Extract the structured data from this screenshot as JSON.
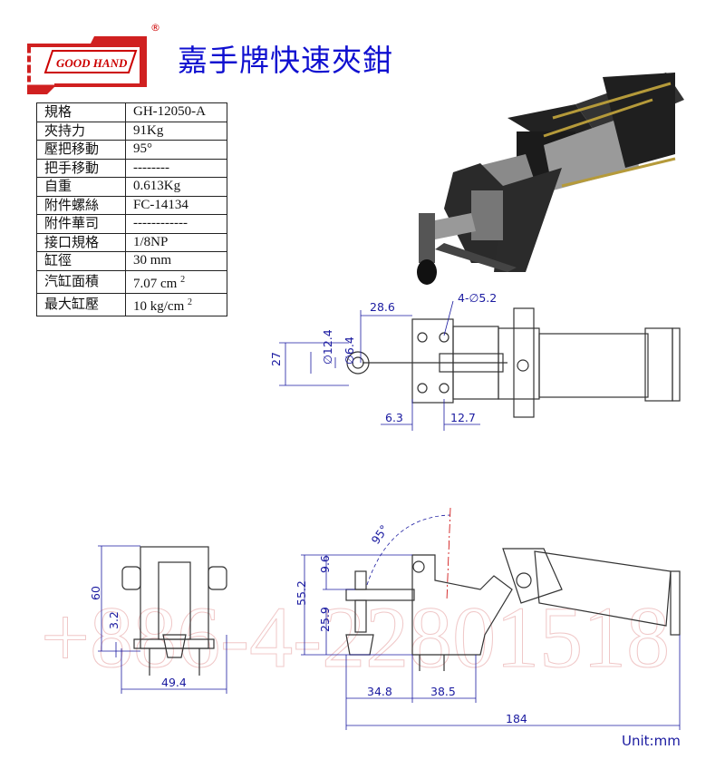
{
  "logo": {
    "text": "GOOD HAND",
    "registered": "®"
  },
  "title": "嘉手牌快速夾鉗",
  "specs": [
    {
      "label": "規格",
      "value": "GH-12050-A"
    },
    {
      "label": "夾持力",
      "value": "91Kg"
    },
    {
      "label": "壓把移動",
      "value": "95°"
    },
    {
      "label": "把手移動",
      "value": "--------"
    },
    {
      "label": "自重",
      "value": "0.613Kg"
    },
    {
      "label": "附件螺絲",
      "value": "FC-14134"
    },
    {
      "label": "附件華司",
      "value": "------------"
    },
    {
      "label": "接口規格",
      "value": "1/8NP"
    },
    {
      "label": "缸徑",
      "value": "30 mm"
    },
    {
      "label": "汽缸面積",
      "value": "7.07 cm",
      "sup": "2"
    },
    {
      "label": "最大缸壓",
      "value": "10 kg/cm",
      "sup": "2"
    }
  ],
  "dims": {
    "top": {
      "d1": "28.6",
      "holes": "4-∅5.2",
      "h": "27",
      "dia1": "∅12.4",
      "dia2": "∅6.4",
      "d2": "6.3",
      "d3": "12.7"
    },
    "front": {
      "h": "60",
      "h2": "3.2",
      "w": "49.4"
    },
    "side": {
      "angle": "95°",
      "a": "9.6",
      "b": "55.2",
      "c": "25.9",
      "d": "34.8",
      "e": "38.5",
      "total": "184"
    }
  },
  "watermark": "+886-4-22801518",
  "unit": "Unit:mm"
}
